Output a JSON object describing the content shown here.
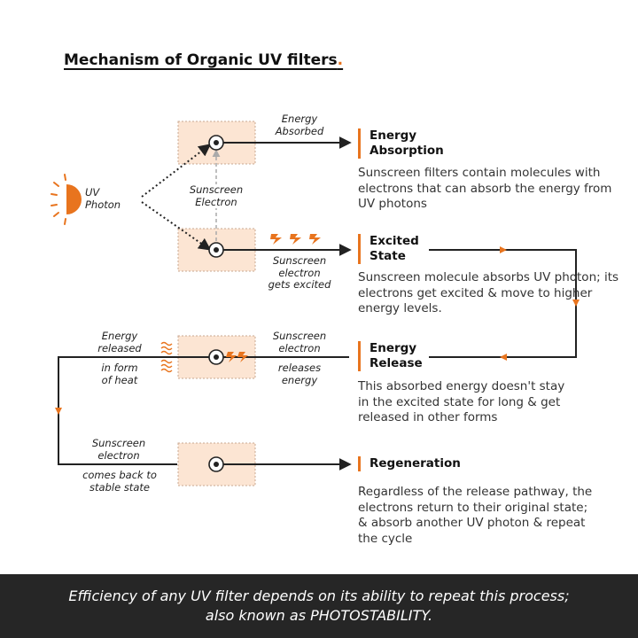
{
  "title": "Mechanism of Organic UV filters",
  "title_dot": ".",
  "colors": {
    "accent": "#e8741e",
    "box_fill": "#fce5d3",
    "box_border": "#c9a892",
    "line": "#222222",
    "footer_bg": "#262626"
  },
  "labels": {
    "uv_photon": "UV\nPhoton",
    "energy_absorbed": "Energy\nAbsorbed",
    "sunscreen_electron": "Sunscreen\nElectron",
    "electron_excited": "Sunscreen\nelectron\ngets excited",
    "energy_released": "Energy\nreleased",
    "in_form_of_heat": "in form\nof heat",
    "sunscreen_electron_release": "Sunscreen\nelectron",
    "releases_energy": "releases\nenergy",
    "sunscreen_electron_regen": "Sunscreen\nelectron",
    "comes_back": "comes back to\nstable state"
  },
  "steps": [
    {
      "title": "Energy\nAbsorption",
      "desc": "Sunscreen filters contain molecules with electrons that can absorb the energy from UV photons"
    },
    {
      "title": "Excited\nState",
      "desc": "Sunscreen molecule absorbs UV photon; its electrons get excited & move to higher energy levels."
    },
    {
      "title": "Energy\nRelease",
      "desc": "This absorbed energy doesn't stay in the excited state for long & get released in other forms"
    },
    {
      "title": "Regeneration",
      "desc": "Regardless of the release pathway, the electrons return to their original state; & absorb another UV photon & repeat the cycle"
    }
  ],
  "footer": "Efficiency of any UV filter depends on its ability to repeat this process; also known as PHOTOSTABILITY.",
  "icons": [
    "sun-icon",
    "electron-icon",
    "lightning-icon",
    "heat-wave-icon",
    "arrow-icon"
  ]
}
